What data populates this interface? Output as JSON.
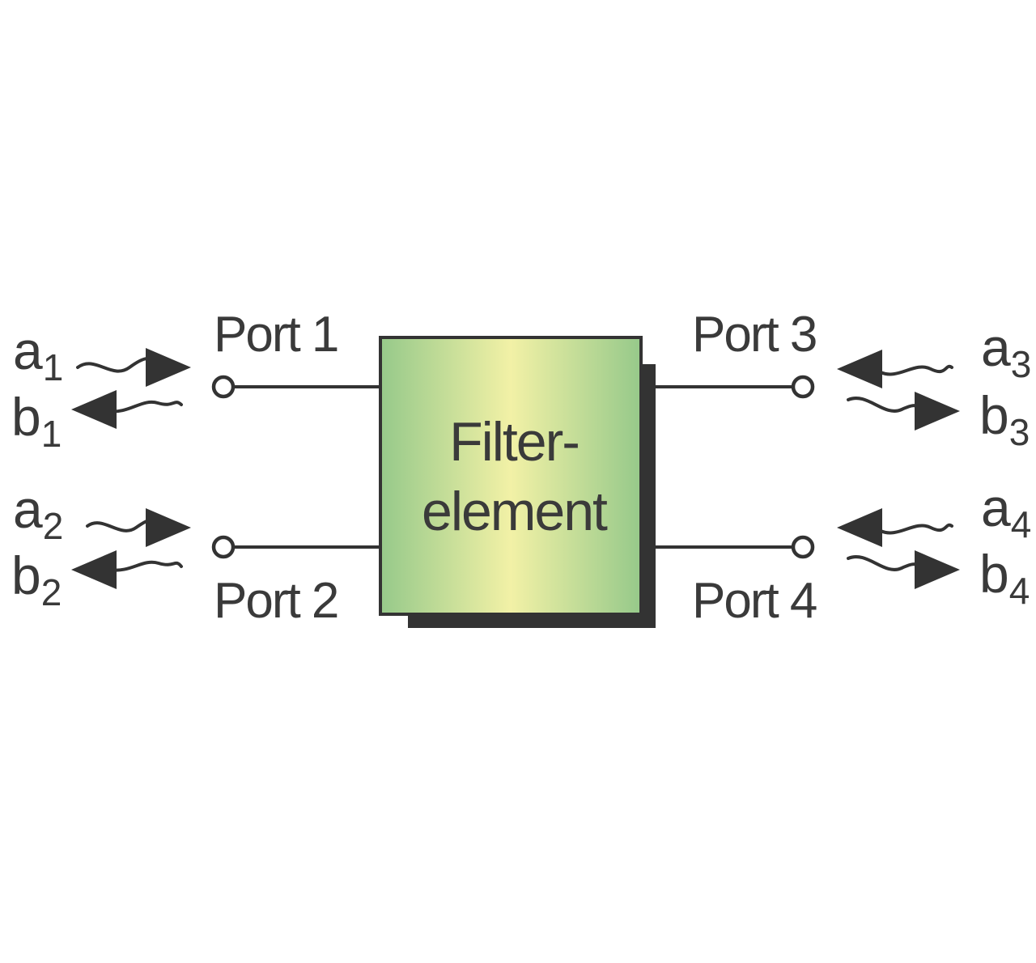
{
  "block": {
    "line1": "Filter-",
    "line2": "element",
    "gradient_colors": [
      "#96c98a",
      "#f2f1a6",
      "#96c98a"
    ],
    "shadow_color": "#333333",
    "border_color": "#333333"
  },
  "ports": {
    "port1": "Port 1",
    "port2": "Port 2",
    "port3": "Port 3",
    "port4": "Port 4"
  },
  "waves": {
    "a1": {
      "letter": "a",
      "index": "1"
    },
    "b1": {
      "letter": "b",
      "index": "1"
    },
    "a2": {
      "letter": "a",
      "index": "2"
    },
    "b2": {
      "letter": "b",
      "index": "2"
    },
    "a3": {
      "letter": "a",
      "index": "3"
    },
    "b3": {
      "letter": "b",
      "index": "3"
    },
    "a4": {
      "letter": "a",
      "index": "4"
    },
    "b4": {
      "letter": "b",
      "index": "4"
    }
  }
}
